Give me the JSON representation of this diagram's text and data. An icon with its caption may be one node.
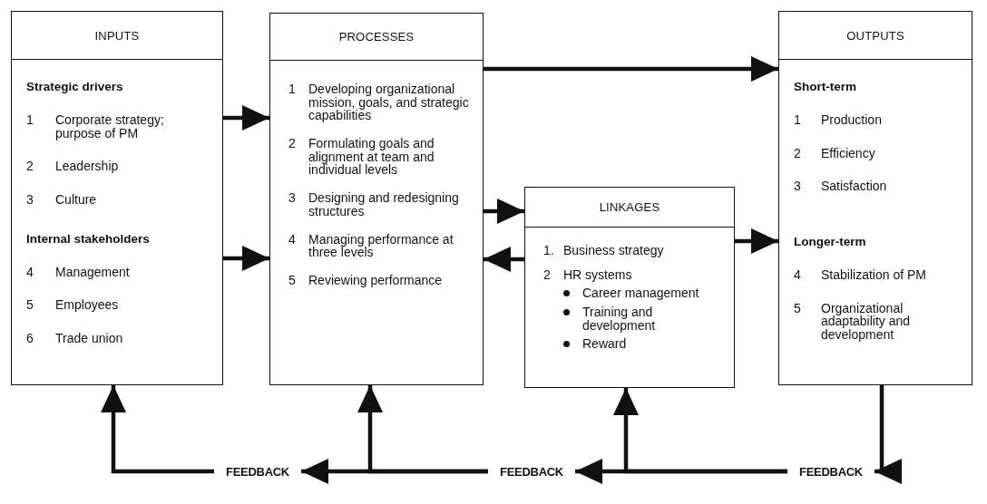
{
  "diagram": {
    "nodes": [
      {
        "text": [
          "INPUTS",
          "Strategic drivers",
          "1",
          "Corporate strategy; purpose of PM",
          "2",
          "Leadership",
          "3",
          "Culture",
          "Internal stakeholders",
          "4",
          "Management",
          "5",
          "Employees",
          "6",
          "Trade union"
        ]
      },
      {
        "text": [
          "PROCESSES",
          "1",
          "Developing organizational mission, goals, and strategic capabilities",
          "2",
          "Formulating goals and alignment at team and individual levels",
          "3",
          "Designing and redesigning structures",
          "4",
          "Managing performance at three levels",
          "5",
          "Reviewing performance"
        ]
      },
      {
        "text": [
          "OUTPUTS",
          "Short-term",
          "1",
          "Production",
          "2",
          "Efficiency",
          "3",
          "Satisfaction",
          "Longer-term",
          "4",
          "Stabilization of PM",
          "5",
          "Organizational adaptability and development"
        ]
      },
      {
        "text": [
          "LINKAGES",
          "1.",
          "Business strategy",
          "2",
          "HR systems",
          "Career management",
          "Training and development",
          "Reward"
        ]
      },
      {
        "text": [
          "FEEDBACK"
        ]
      },
      {
        "text": [
          "FEEDBACK"
        ]
      },
      {
        "text": [
          "FEEDBACK"
        ]
      }
    ],
    "edges": [
      {
        "from": 0,
        "to": 1,
        "arrow": "to"
      },
      {
        "from": 0,
        "to": 1,
        "arrow": "to"
      },
      {
        "from": 1,
        "to": 2,
        "arrow": "to"
      },
      {
        "from": 1,
        "to": 3,
        "arrow": "to"
      },
      {
        "from": 3,
        "to": 1,
        "arrow": "to"
      },
      {
        "from": 3,
        "to": 2,
        "arrow": "to"
      },
      {
        "from": 2,
        "to": 6,
        "arrow": "to"
      },
      {
        "from": 6,
        "to": 5,
        "arrow": "to"
      },
      {
        "from": 6,
        "to": 3,
        "arrow": "to"
      },
      {
        "from": 5,
        "to": 4,
        "arrow": "to"
      },
      {
        "from": 5,
        "to": 1,
        "arrow": "to"
      },
      {
        "from": 4,
        "to": 0,
        "arrow": "to"
      }
    ]
  }
}
